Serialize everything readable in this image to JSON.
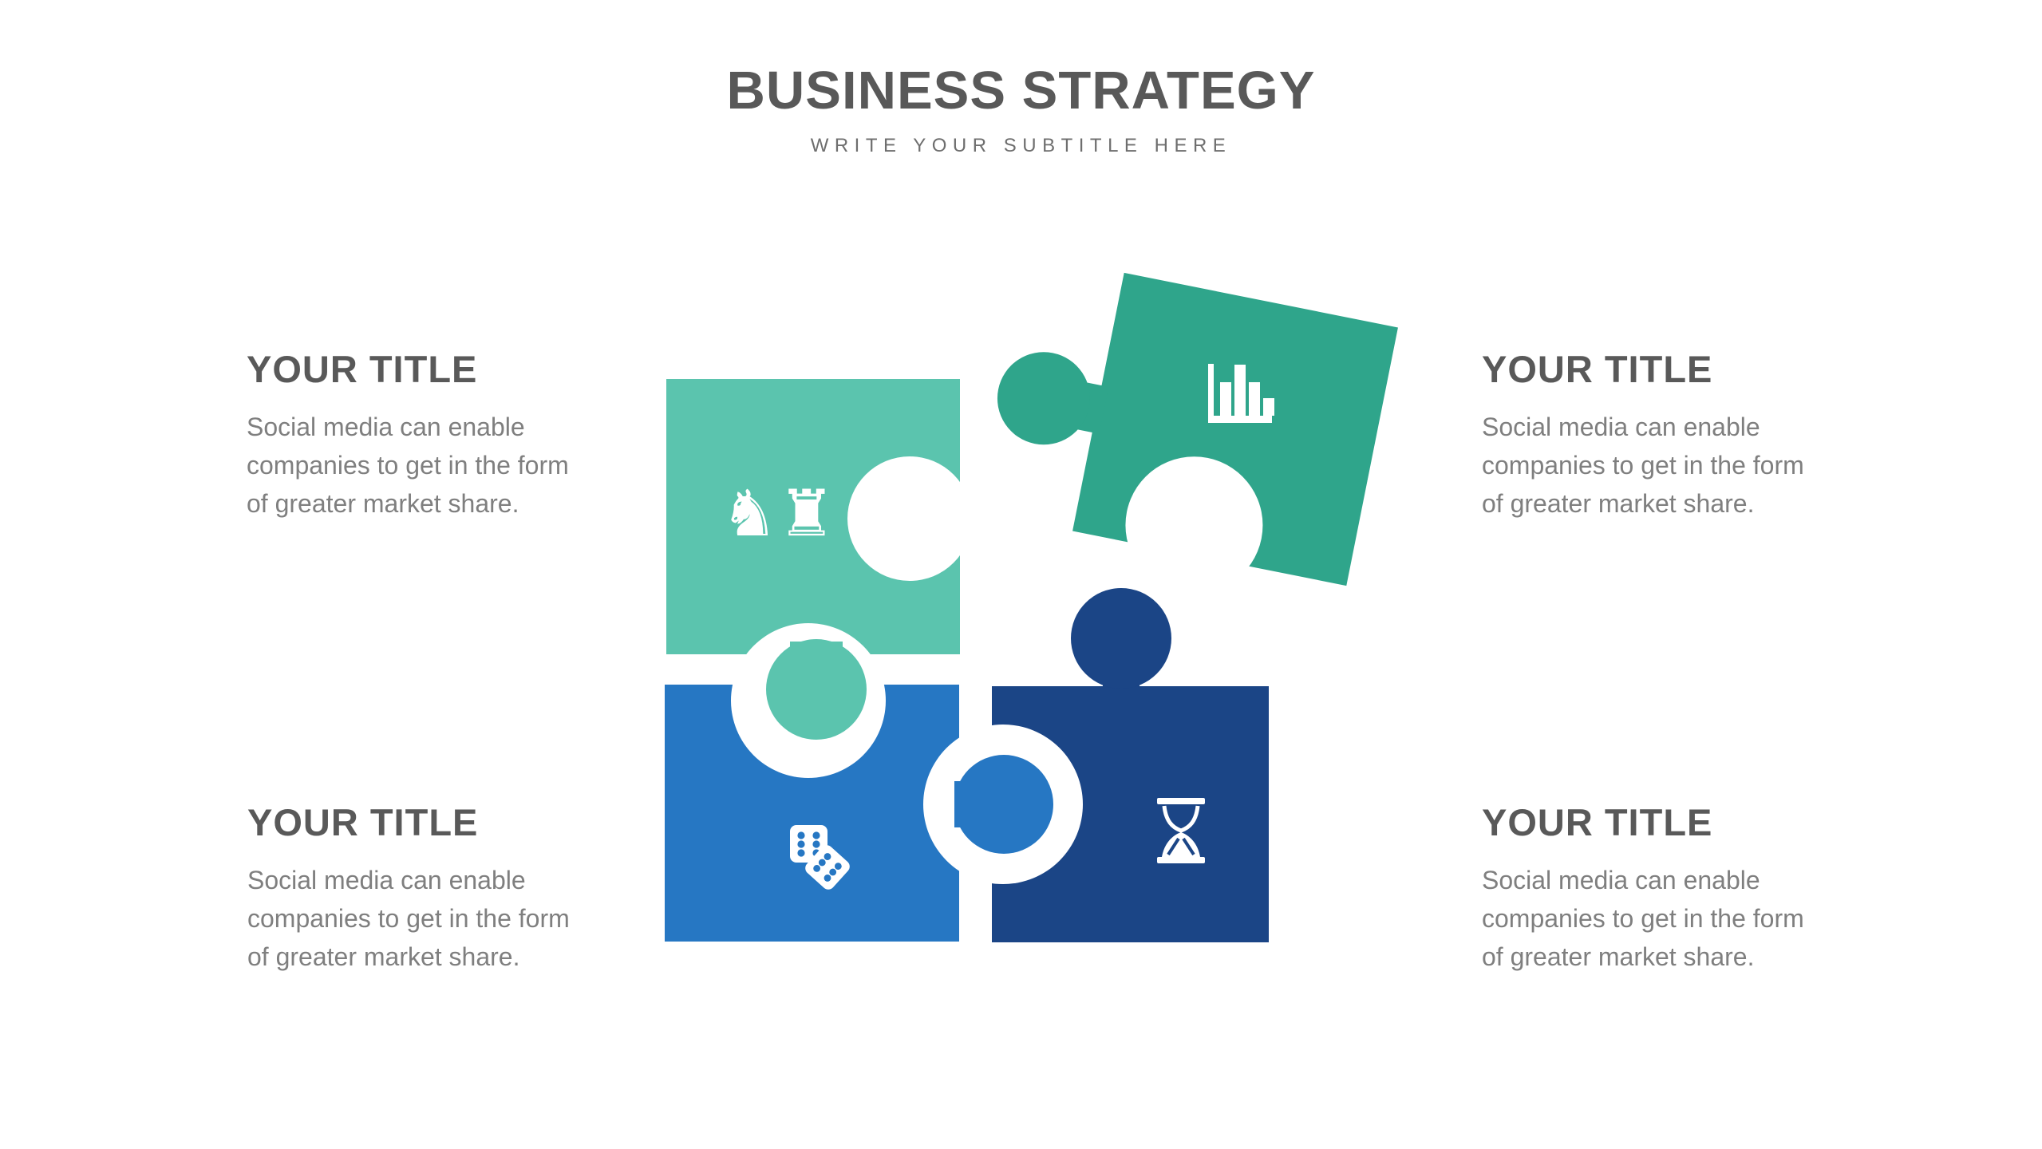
{
  "header": {
    "title": "BUSINESS STRATEGY",
    "subtitle": "WRITE YOUR SUBTITLE HERE"
  },
  "blocks": [
    {
      "position": "top-left",
      "title": "YOUR TITLE",
      "body": "Social media can enable\ncompanies to get in the form\nof greater market share."
    },
    {
      "position": "top-right",
      "title": "YOUR TITLE",
      "body": "Social media can enable\ncompanies to get in the form\nof greater market share."
    },
    {
      "position": "bottom-left",
      "title": "YOUR TITLE",
      "body": "Social media can enable\ncompanies to get in the form\nof greater market share."
    },
    {
      "position": "bottom-right",
      "title": "YOUR TITLE",
      "body": "Social media can enable\ncompanies to get in the form\nof greater market share."
    }
  ],
  "puzzle": {
    "pieces": [
      {
        "position": "top-left",
        "color": "#5BC4AE",
        "icon": "chess-icon",
        "rotation_deg": 0
      },
      {
        "position": "top-right",
        "color": "#2FA58B",
        "icon": "bar-chart-icon",
        "rotation_deg": 11.3
      },
      {
        "position": "bottom-left",
        "color": "#2677C3",
        "icon": "dice-icon",
        "rotation_deg": 0
      },
      {
        "position": "bottom-right",
        "color": "#1B4586",
        "icon": "hourglass-icon",
        "rotation_deg": 0
      }
    ],
    "icon_glyphs": {
      "chess": "♞♜"
    }
  },
  "colors": {
    "background": "#FFFFFF",
    "title_text": "#595959",
    "subtitle_text": "#6E6E6E",
    "block_title_text": "#595959",
    "block_body_text": "#7F7F7F",
    "icon_white": "#FFFFFF"
  }
}
